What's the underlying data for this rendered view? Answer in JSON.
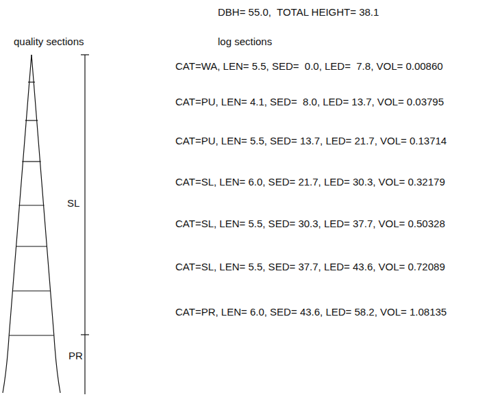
{
  "diagram": {
    "title": "DBH= 55.0,  TOTAL HEIGHT= 38.1",
    "labels": [
      "quality sections",
      "log sections",
      "CAT=WA, LEN= 5.5, SED=  0.0, LED=  7.8, VOL= 0.00860",
      "CAT=PU, LEN= 4.1, SED=  8.0, LED= 13.7, VOL= 0.03795",
      "CAT=PU, LEN= 5.5, SED= 13.7, LED= 21.7, VOL= 0.13714",
      "CAT=SL, LEN= 6.0, SED= 21.7, LED= 30.3, VOL= 0.32179",
      "CAT=SL, LEN= 5.5, SED= 30.3, LED= 37.7, VOL= 0.50328",
      "CAT=SL, LEN= 5.5, SED= 37.7, LED= 43.6, VOL= 0.72089",
      "CAT=PR, LEN= 6.0, SED= 43.6, LED= 58.2, VOL= 1.08135",
      "SL",
      "PR"
    ]
  }
}
